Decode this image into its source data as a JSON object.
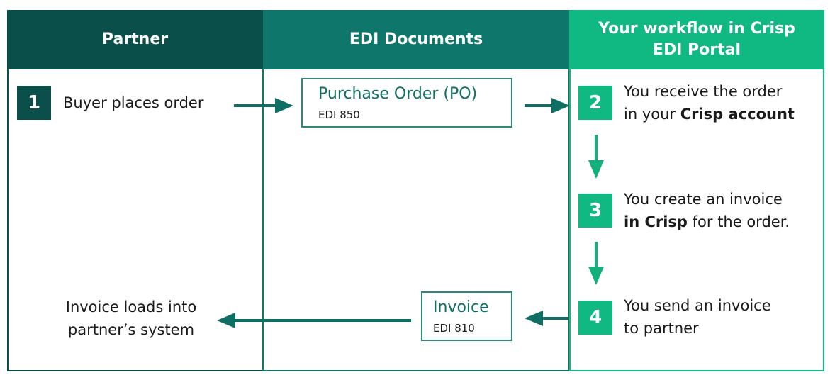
{
  "headers": {
    "partner": "Partner",
    "edi": "EDI Documents",
    "workflow_line1": "Your workflow in Crisp",
    "workflow_line2": "EDI Portal"
  },
  "steps": [
    {
      "number": "1",
      "text": "Buyer places order"
    },
    {
      "number": "2",
      "line1": "You receive the order",
      "line2_pre": "in your ",
      "line2_bold": "Crisp account"
    },
    {
      "number": "3",
      "line1": "You create an invoice",
      "line2_bold": "in Crisp",
      "line2_post": " for the order."
    },
    {
      "number": "4",
      "line1": "You send an invoice",
      "line2": "to partner"
    }
  ],
  "documents": [
    {
      "title": "Purchase Order (PO)",
      "code": "EDI 850"
    },
    {
      "title": "Invoice",
      "code": "EDI 810"
    }
  ],
  "partner_result": {
    "line1": "Invoice loads into",
    "line2": "partner’s system"
  },
  "colors": {
    "partner_header": "#0b4f4a",
    "edi_header": "#0f766c",
    "workflow_header": "#10b981",
    "step_dark": "#0b4f4a",
    "step_green": "#10b981",
    "arrow_dark": "#0f6f64",
    "arrow_green": "#12b07a"
  }
}
